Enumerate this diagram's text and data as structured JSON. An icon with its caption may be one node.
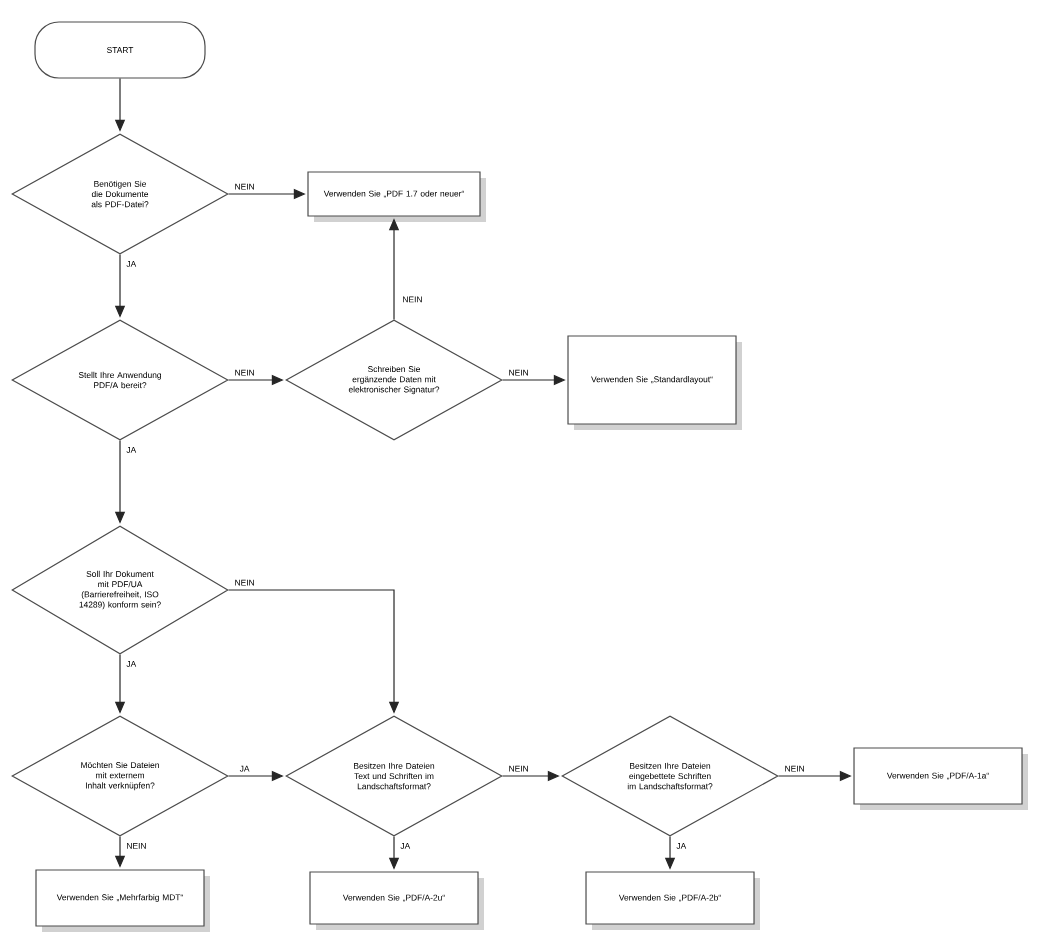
{
  "diagram": {
    "nodes": [
      {
        "text": [
          "START"
        ]
      },
      {
        "text": [
          "Benötigen Sie die Dokumente als PDF-Datei?"
        ]
      },
      {
        "text": [
          "Verwenden Sie „PDF 1.7 oder neuer“"
        ]
      },
      {
        "text": [
          "Stellt Ihre Anwendung PDF/A bereit?"
        ]
      },
      {
        "text": [
          "Schreiben Sie ergänzende Daten mit elektronischer Signatur?"
        ]
      },
      {
        "text": [
          "Verwenden Sie „Standardlayout“"
        ]
      },
      {
        "text": [
          "Soll Ihr Dokument mit PDF/UA (Barrierefreiheit, ISO 14289) konform sein?"
        ]
      },
      {
        "text": [
          "Möchten Sie Dateien mit externem Inhalt verknüpfen?"
        ]
      },
      {
        "text": [
          "Besitzen Ihre Dateien Text und Schriften im Landschaftsformat?"
        ]
      },
      {
        "text": [
          "Besitzen Ihre Dateien eingebettete Schriften im Landschaftsformat?"
        ]
      },
      {
        "text": [
          "Verwenden Sie „Mehrfarbig MDT“"
        ]
      },
      {
        "text": [
          "Verwenden Sie „PDF/A-2u“"
        ]
      },
      {
        "text": [
          "Verwenden Sie „PDF/A-2b“"
        ]
      },
      {
        "text": [
          "Verwenden Sie „PDF/A-1a“"
        ]
      }
    ],
    "edges": [
      {
        "from": 0,
        "to": 1,
        "arrow": "to"
      },
      {
        "from": 1,
        "to": 2,
        "arrow": "to",
        "label": "NEIN"
      },
      {
        "from": 1,
        "to": 3,
        "arrow": "to",
        "label": "JA"
      },
      {
        "from": 3,
        "to": 4,
        "arrow": "to",
        "label": "NEIN"
      },
      {
        "from": 4,
        "to": 2,
        "arrow": "to",
        "label": "NEIN"
      },
      {
        "from": 4,
        "to": 5,
        "arrow": "to",
        "label": "NEIN"
      },
      {
        "from": 3,
        "to": 6,
        "arrow": "to",
        "label": "JA"
      },
      {
        "from": 6,
        "to": 8,
        "arrow": "to",
        "label": "NEIN"
      },
      {
        "from": 6,
        "to": 7,
        "arrow": "to",
        "label": "JA"
      },
      {
        "from": 7,
        "to": 10,
        "arrow": "to",
        "label": "NEIN"
      },
      {
        "from": 7,
        "to": 8,
        "arrow": "to",
        "label": "JA"
      },
      {
        "from": 8,
        "to": 11,
        "arrow": "to",
        "label": "JA"
      },
      {
        "from": 8,
        "to": 9,
        "arrow": "to",
        "label": "NEIN"
      },
      {
        "from": 9,
        "to": 13,
        "arrow": "to",
        "label": "NEIN"
      },
      {
        "from": 9,
        "to": 12,
        "arrow": "to",
        "label": "JA"
      }
    ]
  }
}
